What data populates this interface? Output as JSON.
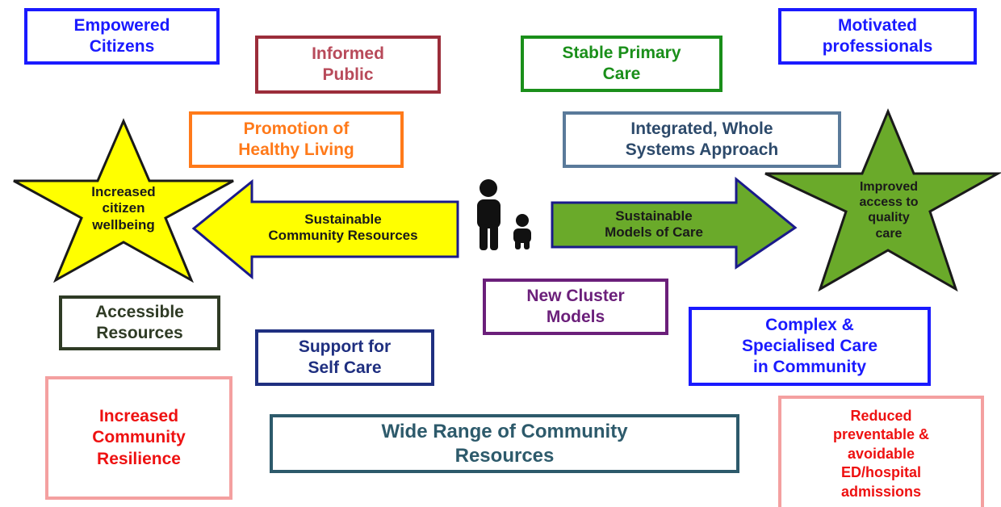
{
  "boxes": {
    "empowered_citizens": {
      "text": "Empowered\nCitizens",
      "color": "#1a1aff"
    },
    "motivated_professionals": {
      "text": "Motivated\nprofessionals",
      "color": "#1a1aff"
    },
    "informed_public": {
      "text": "Informed\nPublic",
      "color": "#9b2d3a"
    },
    "stable_primary_care": {
      "text": "Stable Primary\nCare",
      "color": "#1a8f1a"
    },
    "promotion_healthy_living": {
      "text": "Promotion of\nHealthy Living",
      "color": "#ff7a1a"
    },
    "integrated_whole_systems": {
      "text": "Integrated, Whole\nSystems Approach",
      "color": "#2d4a6b"
    },
    "new_cluster_models": {
      "text": "New Cluster\nModels",
      "color": "#6b1f7a"
    },
    "accessible_resources": {
      "text": "Accessible\nResources",
      "color": "#2f3b25"
    },
    "support_self_care": {
      "text": "Support for\nSelf Care",
      "color": "#1f2f80"
    },
    "complex_specialised_care": {
      "text": "Complex &\nSpecialised  Care\nin Community",
      "color": "#1a1aff"
    },
    "increased_community_resilience": {
      "text": "Increased\nCommunity\nResilience",
      "color": "#ee1111",
      "border": "#f4a0a0"
    },
    "wide_range_resources": {
      "text": "Wide Range of Community\nResources",
      "color": "#2d5a6b"
    },
    "reduced_admissions": {
      "text": "Reduced\npreventable &\navoidable\nED/hospital\nadmissions",
      "color": "#ee1111",
      "border": "#f4a0a0"
    }
  },
  "stars": {
    "left": {
      "text": "Increased\ncitizen\nwellbeing",
      "fill": "#ffff00"
    },
    "right": {
      "text": "Improved\naccess to\nquality\ncare",
      "fill": "#6aaa2a"
    }
  },
  "arrows": {
    "left": {
      "text": "Sustainable\nCommunity Resources",
      "fill": "#ffff00"
    },
    "right": {
      "text": "Sustainable\nModels of Care",
      "fill": "#6aaa2a"
    }
  },
  "icons": {
    "center": "adult-child-icon"
  }
}
